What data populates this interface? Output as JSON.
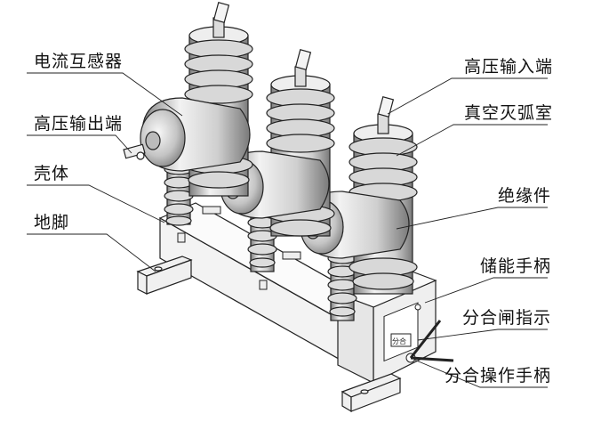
{
  "labels": {
    "current_transformer": "电流互感器",
    "hv_output": "高压输出端",
    "housing": "壳体",
    "foot": "地脚",
    "hv_input": "高压输入端",
    "vacuum_chamber": "真空灭弧室",
    "insulator": "绝缘件",
    "energy_handle": "储能手柄",
    "open_close_indicator": "分合闸指示",
    "operation_handle": "分合操作手柄"
  },
  "panel_marks": {
    "indicator_text": "分合"
  },
  "colors": {
    "line": "#222222",
    "body_light": "#f4f4f4",
    "body_mid": "#c9c9c9",
    "body_dark": "#8a8a8a"
  }
}
